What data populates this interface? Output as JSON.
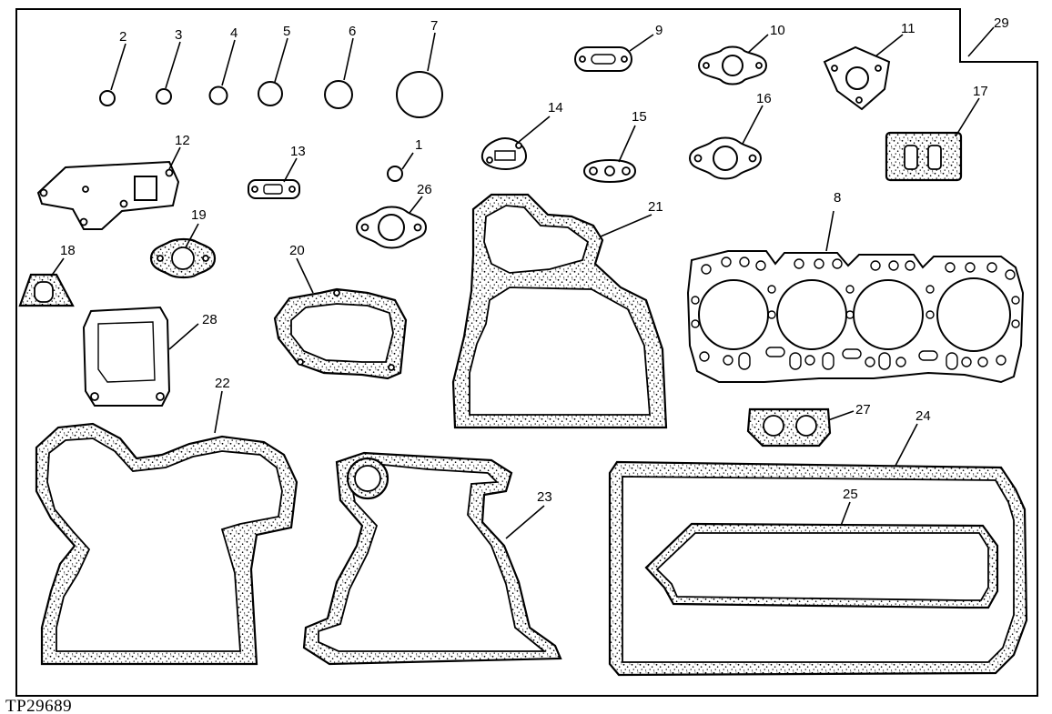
{
  "figure_id": "TP29689",
  "callouts": {
    "c1": "1",
    "c2": "2",
    "c3": "3",
    "c4": "4",
    "c5": "5",
    "c6": "6",
    "c7": "7",
    "c8": "8",
    "c9": "9",
    "c10": "10",
    "c11": "11",
    "c12": "12",
    "c13": "13",
    "c14": "14",
    "c15": "15",
    "c16": "16",
    "c17": "17",
    "c18": "18",
    "c19": "19",
    "c20": "20",
    "c21": "21",
    "c22": "22",
    "c23": "23",
    "c24": "24",
    "c25": "25",
    "c26": "26",
    "c27": "27",
    "c28": "28",
    "c29": "29"
  }
}
